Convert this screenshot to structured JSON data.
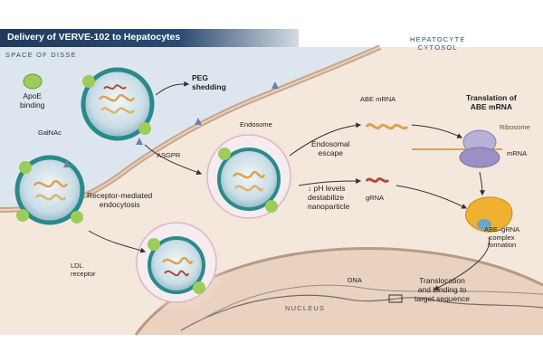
{
  "title": "Delivery of VERVE-102 to Hepatocytes",
  "regions": {
    "space_of_disse": "SPACE OF DISSE",
    "hepatocyte_cytosol": "HEPATOCYTE\nCYTOSOL",
    "nucleus": "NUCLEUS"
  },
  "labels": {
    "apoe_binding": "ApoE\nbinding",
    "galnac": "GalNAc",
    "peg_shedding": "PEG\nshedding",
    "asgpr": "ASGPR",
    "endosome": "Endosome",
    "receptor_mediated": "Receptor-mediated\nendocytosis",
    "ldl_receptor": "LDL\nreceptor",
    "endosomal_escape": "Endosomal\nescape",
    "ph_levels": "↓ pH levels\ndestabilize\nnanoparticle",
    "abe_mrna": "ABE mRNA",
    "grna": "gRNA",
    "translation": "Translation of\nABE mRNA",
    "ribosome": "Ribosome",
    "mrna": "mRNA",
    "complex": "ABE–gRNA\ncomplex\nformation",
    "dna": "DNA",
    "translocation": "Translocation\nand binding to\ntarget sequence"
  },
  "colors": {
    "title_bg": "#1f3a5c",
    "disse_bg": "#dde6ee",
    "cytosol_bg": "#f4e8dc",
    "nucleus_bg": "#ead2c0",
    "lnp_shell": "#2a8a8a",
    "apoe": "#9ccc5a",
    "mrna": "#e0a050",
    "grna": "#b04a3a",
    "enzyme": "#f0b030"
  }
}
